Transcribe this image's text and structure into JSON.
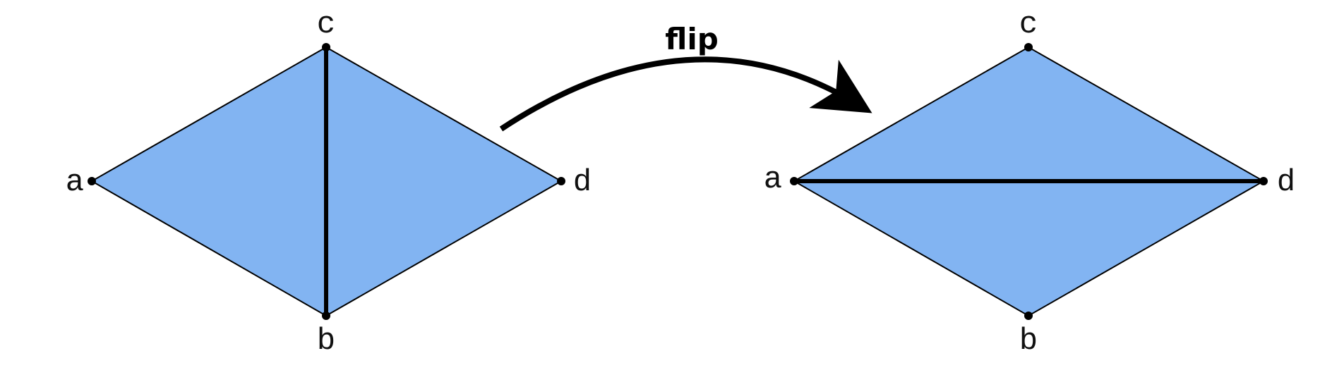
{
  "colors": {
    "face_fill": "#82b4f2",
    "edge": "#000000",
    "background": "#ffffff"
  },
  "action": {
    "label": "flip"
  },
  "before": {
    "vertices": {
      "a": {
        "label": "a"
      },
      "b": {
        "label": "b"
      },
      "c": {
        "label": "c"
      },
      "d": {
        "label": "d"
      }
    },
    "diagonal": [
      "c",
      "b"
    ]
  },
  "after": {
    "vertices": {
      "a": {
        "label": "a"
      },
      "b": {
        "label": "b"
      },
      "c": {
        "label": "c"
      },
      "d": {
        "label": "d"
      }
    },
    "diagonal": [
      "a",
      "d"
    ]
  }
}
